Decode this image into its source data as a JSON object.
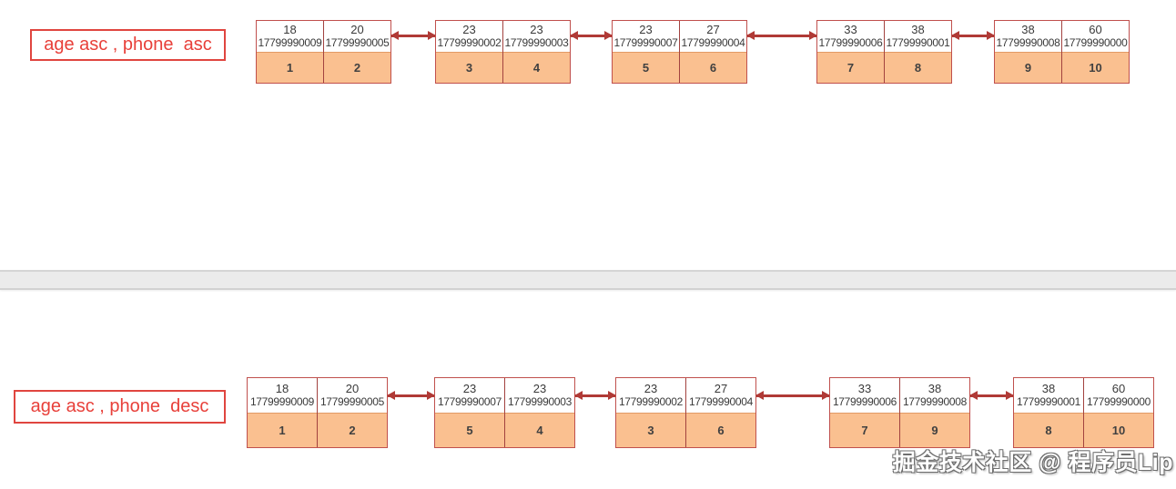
{
  "page": {
    "watermark": "掘金技术社区 @ 程序员Lip"
  },
  "colors": {
    "node_border": "#c0504d",
    "node_divider": "#a2423f",
    "cell_fill_orange": "#fac090",
    "arrow": "#b03a36",
    "label_red": "#e8403a",
    "separator_gray": "#ebebeb"
  },
  "diagrams": [
    {
      "label": "age asc , phone  asc",
      "nodes": [
        {
          "cells": [
            {
              "age": "18",
              "phone": "17799990009",
              "id": "1"
            },
            {
              "age": "20",
              "phone": "17799990005",
              "id": "2"
            }
          ]
        },
        {
          "cells": [
            {
              "age": "23",
              "phone": "17799990002",
              "id": "3"
            },
            {
              "age": "23",
              "phone": "17799990003",
              "id": "4"
            }
          ]
        },
        {
          "cells": [
            {
              "age": "23",
              "phone": "17799990007",
              "id": "5"
            },
            {
              "age": "27",
              "phone": "17799990004",
              "id": "6"
            }
          ]
        },
        {
          "cells": [
            {
              "age": "33",
              "phone": "17799990006",
              "id": "7"
            },
            {
              "age": "38",
              "phone": "17799990001",
              "id": "8"
            }
          ]
        },
        {
          "cells": [
            {
              "age": "38",
              "phone": "17799990008",
              "id": "9"
            },
            {
              "age": "60",
              "phone": "17799990000",
              "id": "10"
            }
          ]
        }
      ]
    },
    {
      "label": "age asc , phone  desc",
      "nodes": [
        {
          "cells": [
            {
              "age": "18",
              "phone": "17799990009",
              "id": "1"
            },
            {
              "age": "20",
              "phone": "17799990005",
              "id": "2"
            }
          ]
        },
        {
          "cells": [
            {
              "age": "23",
              "phone": "17799990007",
              "id": "5"
            },
            {
              "age": "23",
              "phone": "17799990003",
              "id": "4"
            }
          ]
        },
        {
          "cells": [
            {
              "age": "23",
              "phone": "17799990002",
              "id": "3"
            },
            {
              "age": "27",
              "phone": "17799990004",
              "id": "6"
            }
          ]
        },
        {
          "cells": [
            {
              "age": "33",
              "phone": "17799990006",
              "id": "7"
            },
            {
              "age": "38",
              "phone": "17799990008",
              "id": "9"
            }
          ]
        },
        {
          "cells": [
            {
              "age": "38",
              "phone": "17799990001",
              "id": "8"
            },
            {
              "age": "60",
              "phone": "17799990000",
              "id": "10"
            }
          ]
        }
      ]
    }
  ]
}
